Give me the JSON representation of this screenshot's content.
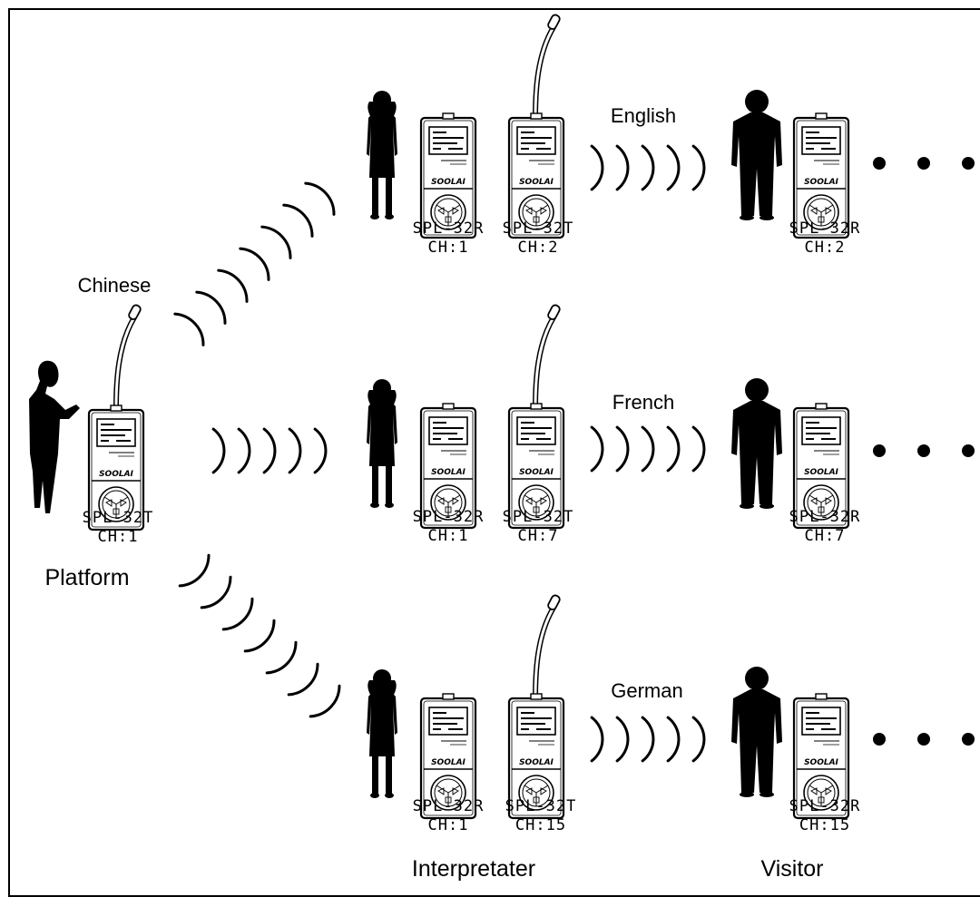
{
  "languages": {
    "chinese": "Chinese",
    "english": "English",
    "french": "French",
    "german": "German"
  },
  "roles": {
    "platform": "Platform",
    "interpreter": "Interpretater",
    "visitor": "Visitor"
  },
  "device_brand": "SOOLAI",
  "platform_device": {
    "model": "SPL-32T",
    "channel": "CH:1"
  },
  "rows": [
    {
      "language": "English",
      "interpreter_receiver": {
        "model": "SPL-32R",
        "channel": "CH:1"
      },
      "interpreter_transmitter": {
        "model": "SPL-32T",
        "channel": "CH:2"
      },
      "visitor_receiver": {
        "model": "SPL-32R",
        "channel": "CH:2"
      }
    },
    {
      "language": "French",
      "interpreter_receiver": {
        "model": "SPL-32R",
        "channel": "CH:1"
      },
      "interpreter_transmitter": {
        "model": "SPL-32T",
        "channel": "CH:7"
      },
      "visitor_receiver": {
        "model": "SPL-32R",
        "channel": "CH:7"
      }
    },
    {
      "language": "German",
      "interpreter_receiver": {
        "model": "SPL-32R",
        "channel": "CH:1"
      },
      "interpreter_transmitter": {
        "model": "SPL-32T",
        "channel": "CH:15"
      },
      "visitor_receiver": {
        "model": "SPL-32R",
        "channel": "CH:15"
      }
    }
  ],
  "icons": {
    "person": "person-silhouette-icon",
    "device": "pocket-device-icon",
    "waves": "radio-waves-icon",
    "ellipsis": "ellipsis-dots-icon"
  }
}
